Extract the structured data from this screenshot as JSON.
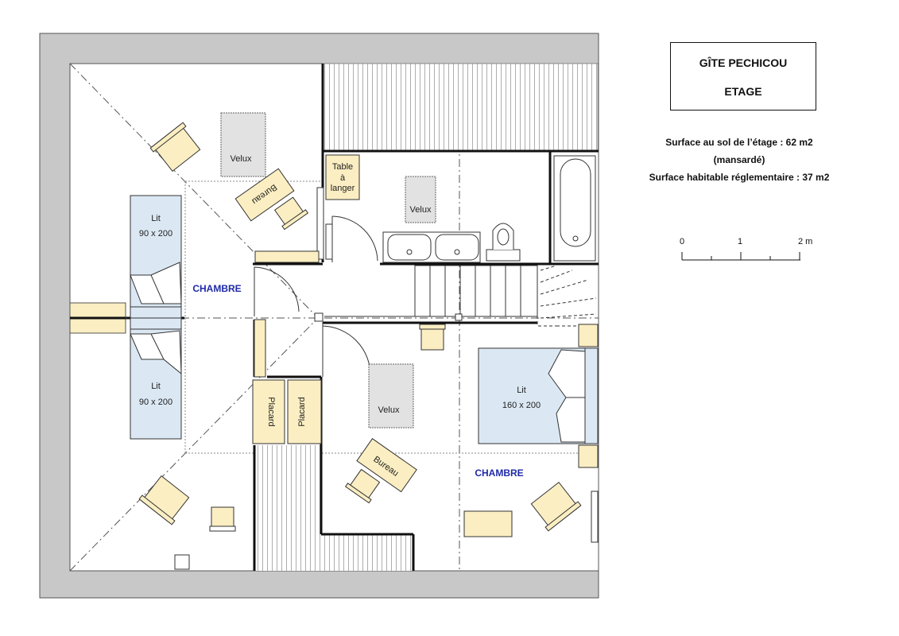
{
  "title": {
    "line1": "GÎTE PECHICOU",
    "line2": "ETAGE"
  },
  "info": {
    "surface_sol": "Surface au sol de l’étage : 62 m2",
    "mansarde": "(mansardé)",
    "surface_habitable": "Surface habitable réglementaire : 37 m2"
  },
  "scale": {
    "tick0": "0",
    "tick1": "1",
    "tick2": "2 m"
  },
  "rooms": {
    "chambre_left": "CHAMBRE",
    "chambre_right": "CHAMBRE"
  },
  "furniture": {
    "velux": "Velux",
    "bureau": "Bureau",
    "table_line1": "Table",
    "table_line2": "à",
    "table_line3": "langer",
    "lit_label": "Lit",
    "lit_single_size": "90 x 200",
    "lit_double_size": "160 x 200",
    "placard": "Placard"
  },
  "colors": {
    "wall_gray": "#c8c8c8",
    "furniture_yellow": "#fbeec2",
    "bed_blue": "#dbe8f4",
    "label_blue": "#1f2aa8",
    "velux_gray": "#d0d0d0"
  }
}
